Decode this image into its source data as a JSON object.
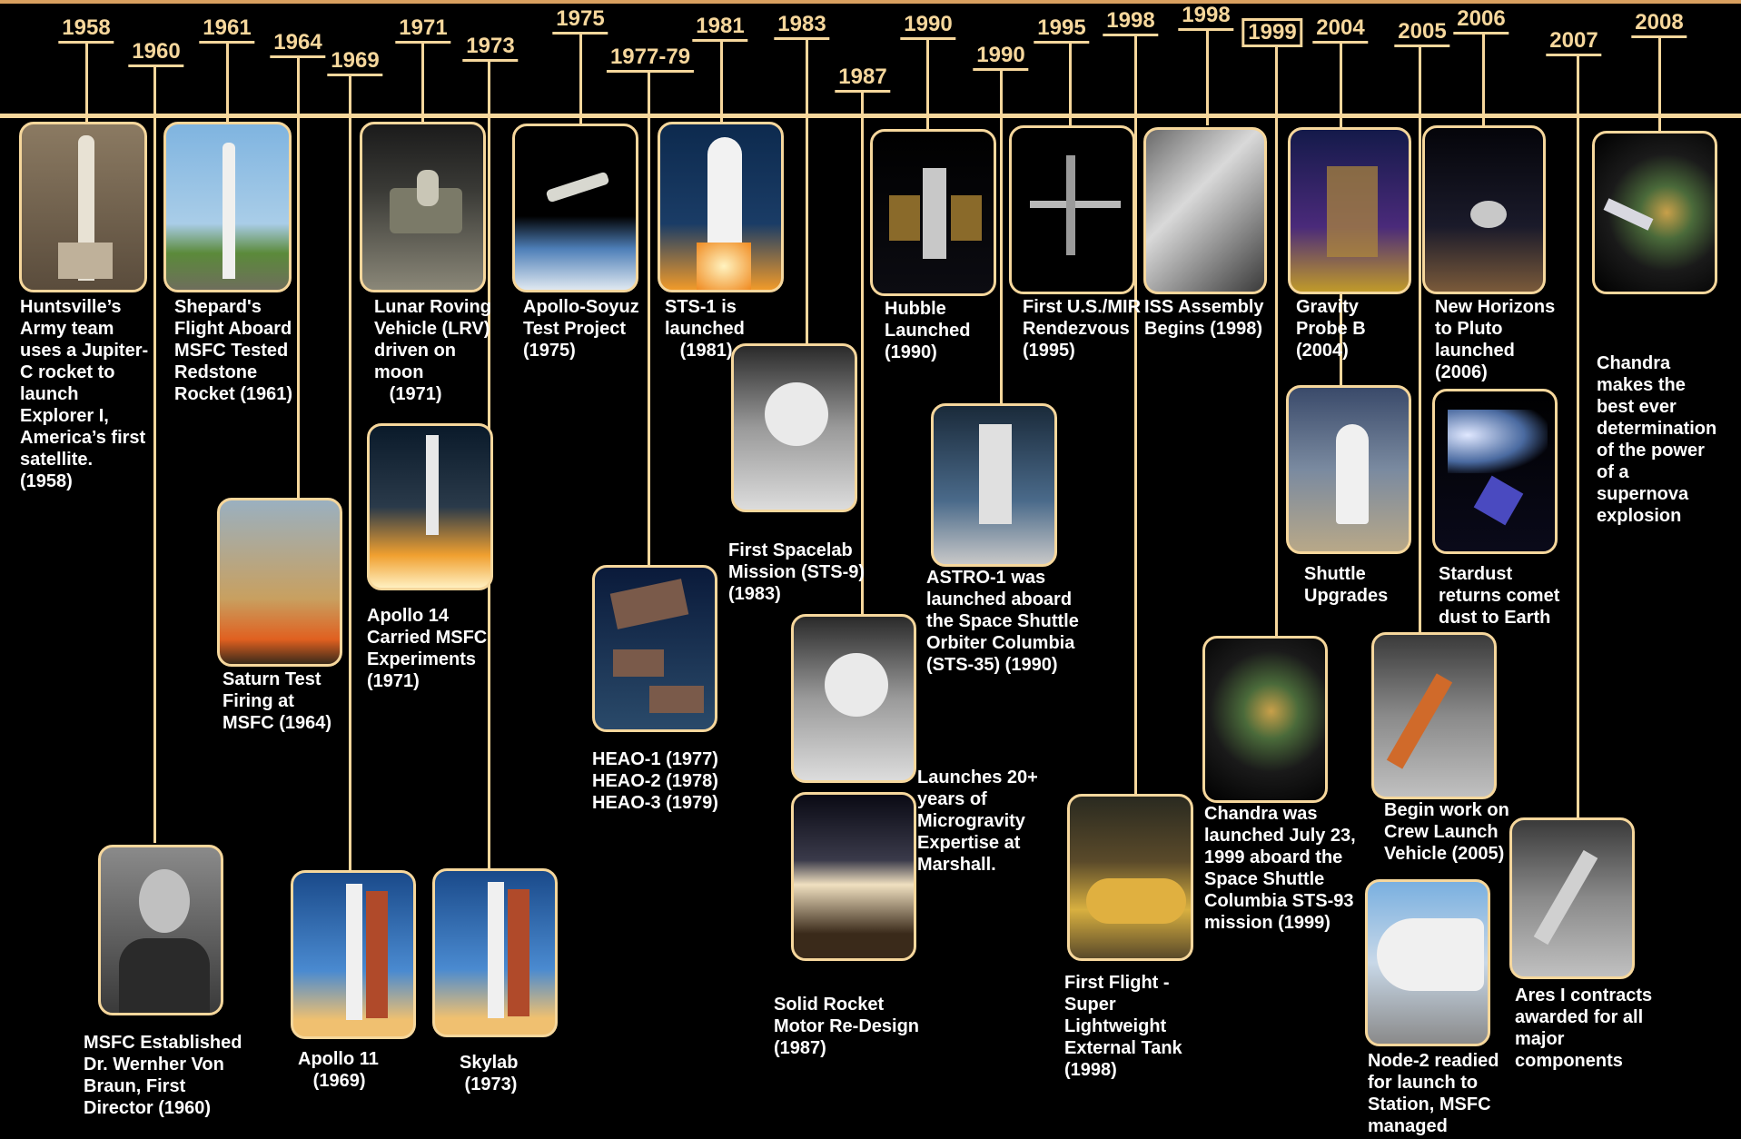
{
  "accent": "#f6d79c",
  "line_color": "#d9a05f",
  "background": "#000000",
  "years": [
    {
      "id": "y1958",
      "label": "1958"
    },
    {
      "id": "y1960",
      "label": "1960"
    },
    {
      "id": "y1961",
      "label": "1961"
    },
    {
      "id": "y1964",
      "label": "1964"
    },
    {
      "id": "y1969",
      "label": "1969"
    },
    {
      "id": "y1971",
      "label": "1971"
    },
    {
      "id": "y1973",
      "label": "1973"
    },
    {
      "id": "y1975",
      "label": "1975"
    },
    {
      "id": "y1977",
      "label": "1977-79"
    },
    {
      "id": "y1981",
      "label": "1981"
    },
    {
      "id": "y1983",
      "label": "1983"
    },
    {
      "id": "y1987",
      "label": "1987"
    },
    {
      "id": "y1990a",
      "label": "1990"
    },
    {
      "id": "y1990b",
      "label": "1990"
    },
    {
      "id": "y1995",
      "label": "1995"
    },
    {
      "id": "y1998a",
      "label": "1998"
    },
    {
      "id": "y1998b",
      "label": "1998"
    },
    {
      "id": "y1999",
      "label": "1999"
    },
    {
      "id": "y2004",
      "label": "2004"
    },
    {
      "id": "y2005",
      "label": "2005"
    },
    {
      "id": "y2006",
      "label": "2006"
    },
    {
      "id": "y2007",
      "label": "2007"
    },
    {
      "id": "y2008",
      "label": "2008"
    }
  ],
  "captions": {
    "c1958": "Huntsville’s\nArmy team\nuses a Jupiter-\nC rocket to\nlaunch\nExplorer I,\nAmerica’s first\nsatellite.\n(1958)",
    "c1961": "Shepard's\nFlight Aboard\nMSFC Tested\nRedstone\nRocket (1961)",
    "c1971": "Lunar Roving\nVehicle (LRV)\ndriven on\nmoon\n   (1971)",
    "c1975": "Apollo-Soyuz\nTest Project\n(1975)",
    "c1981": "STS-1 is\nlaunched\n   (1981)",
    "c1990a": "Hubble\nLaunched\n(1990)",
    "c1995": "First U.S./MIR\nRendezvous\n(1995)",
    "c1998b": "ISS Assembly\nBegins (1998)",
    "c2004a": "Gravity\nProbe B\n(2004)",
    "c2006a": "New Horizons\nto Pluto\nlaunched\n(2006)",
    "c2008": "Chandra\nmakes the\nbest ever\ndetermination\nof the power\nof a\nsupernova\nexplosion",
    "c1983": "First Spacelab\nMission (STS-9)\n(1983)",
    "c1990b": "ASTRO-1 was\nlaunched aboard\nthe Space Shuttle\nOrbiter Columbia\n(STS-35) (1990)",
    "c2004b": "Shuttle\nUpgrades",
    "c2006b": "Stardust\nreturns comet\ndust to Earth",
    "c1964": "Saturn Test\nFiring at\nMSFC (1964)",
    "c1971b": "Apollo 14\nCarried MSFC\nExperiments\n(1971)",
    "c1977": "HEAO-1 (1977)\nHEAO-2 (1978)\nHEAO-3 (1979)",
    "c1987a": "Launches 20+\nyears of\nMicrogravity\nExpertise at\nMarshall.",
    "c1999": "Chandra was\nlaunched July 23,\n1999 aboard the\nSpace Shuttle\nColumbia STS-93\nmission (1999)",
    "c2005": "Begin work on\nCrew Launch\nVehicle (2005)",
    "c1960": "MSFC Established\nDr. Wernher Von\nBraun, First\nDirector (1960)",
    "c1969": "Apollo 11\n   (1969)",
    "c1973": "Skylab\n (1973)",
    "c1987b": "Solid Rocket\nMotor Re-Design\n(1987)",
    "c1998a": "First Flight -\nSuper\nLightweight\nExternal Tank\n(1998)",
    "c2005b": "Node-2 readied\nfor launch to\nStation, MSFC\nmanaged",
    "c2007": "Ares I contracts\nawarded for all\nmajor\ncomponents"
  },
  "pictures": [
    {
      "id": "p1958",
      "icon": "jupiter-c-rocket-photo"
    },
    {
      "id": "p1961",
      "icon": "redstone-rocket-photo"
    },
    {
      "id": "p1971",
      "icon": "lunar-rover-photo"
    },
    {
      "id": "p1975",
      "icon": "apollo-soyuz-photo"
    },
    {
      "id": "p1981",
      "icon": "sts1-launch-photo"
    },
    {
      "id": "p1990a",
      "icon": "hubble-photo"
    },
    {
      "id": "p1995",
      "icon": "mir-station-photo"
    },
    {
      "id": "p1998b",
      "icon": "iss-assembly-photo"
    },
    {
      "id": "p2004a",
      "icon": "gravity-probe-photo"
    },
    {
      "id": "p2006a",
      "icon": "new-horizons-photo"
    },
    {
      "id": "p2008",
      "icon": "chandra-supernova-photo"
    },
    {
      "id": "p1983",
      "icon": "spacelab-photo"
    },
    {
      "id": "p1990b",
      "icon": "astro1-photo"
    },
    {
      "id": "p2004b",
      "icon": "shuttle-upgrades-photo"
    },
    {
      "id": "p2006b",
      "icon": "stardust-comet-photo"
    },
    {
      "id": "p1964",
      "icon": "saturn-test-firing-photo"
    },
    {
      "id": "p1971b",
      "icon": "apollo14-launch-photo"
    },
    {
      "id": "p1977",
      "icon": "heao-satellites-photo"
    },
    {
      "id": "p1987a",
      "icon": "microgravity-photo"
    },
    {
      "id": "p1987b",
      "icon": "solid-rocket-motor-photo"
    },
    {
      "id": "p1999",
      "icon": "chandra-photo"
    },
    {
      "id": "p2005",
      "icon": "crew-launch-vehicle-photo"
    },
    {
      "id": "p1960",
      "icon": "von-braun-portrait"
    },
    {
      "id": "p1969",
      "icon": "apollo11-rocket-photo"
    },
    {
      "id": "p1973",
      "icon": "skylab-rocket-photo"
    },
    {
      "id": "p1998a",
      "icon": "external-tank-photo"
    },
    {
      "id": "p2005b",
      "icon": "node2-guppy-photo"
    },
    {
      "id": "p2007",
      "icon": "ares-i-photo"
    }
  ]
}
